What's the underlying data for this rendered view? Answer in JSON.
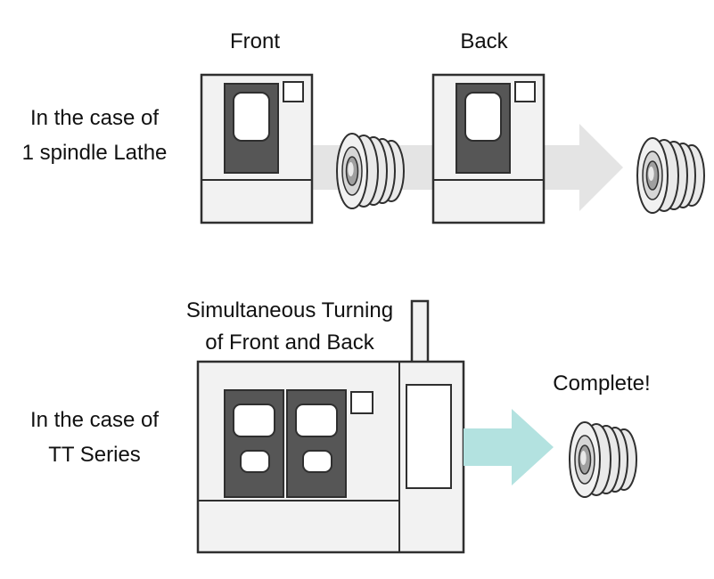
{
  "diagram": {
    "top": {
      "label_line1": "In the case of",
      "label_line2": "1 spindle Lathe",
      "front_label": "Front",
      "back_label": "Back"
    },
    "bottom": {
      "label_line1": "In the case of",
      "label_line2": "TT Series",
      "heading_line1": "Simultaneous Turning",
      "heading_line2": "of Front and Back",
      "complete_label": "Complete!"
    }
  },
  "colors": {
    "background": "#ffffff",
    "outline": "#2f2f2f",
    "machine_body": "#f2f2f2",
    "door": "#565656",
    "window": "#ffffff",
    "process_arrow_gray": "#e4e4e4",
    "complete_arrow_teal": "#b3e2e0",
    "workpiece_body": "#e9e9e9",
    "workpiece_face": "#f1f1f1",
    "workpiece_ring": "#d6d6d6",
    "workpiece_hole": "#9f9f9f",
    "text": "#111111"
  }
}
